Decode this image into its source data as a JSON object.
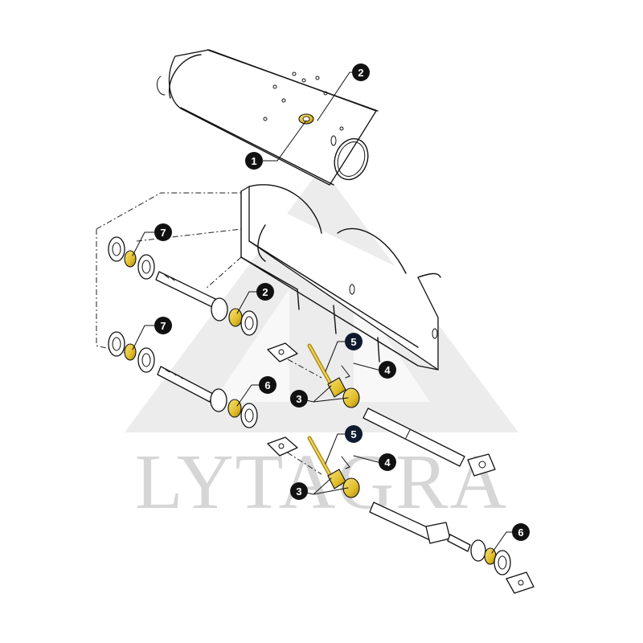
{
  "watermark": {
    "text": "LYTAGRA",
    "color": "#d6d6d6"
  },
  "colors": {
    "brass_light": "#f3dc6a",
    "brass": "#e2bd2a",
    "brass_dark": "#a8870f",
    "ink": "#111111"
  },
  "callouts": [
    {
      "id": "c1",
      "label": "1"
    },
    {
      "id": "c2a",
      "label": "2"
    },
    {
      "id": "c2b",
      "label": "2"
    },
    {
      "id": "c3a",
      "label": "3"
    },
    {
      "id": "c3b",
      "label": "3"
    },
    {
      "id": "c4a",
      "label": "4"
    },
    {
      "id": "c4b",
      "label": "4"
    },
    {
      "id": "c5a",
      "label": "5"
    },
    {
      "id": "c5b",
      "label": "5"
    },
    {
      "id": "c6a",
      "label": "6"
    },
    {
      "id": "c6b",
      "label": "6"
    },
    {
      "id": "c7a",
      "label": "7"
    },
    {
      "id": "c7b",
      "label": "7"
    }
  ]
}
